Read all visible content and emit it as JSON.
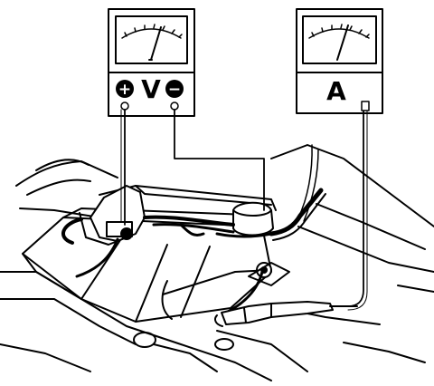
{
  "voltmeter": {
    "unit_label": "V",
    "positive_terminal": "+",
    "negative_terminal": "−",
    "needle": "right-of-center"
  },
  "ammeter": {
    "unit_label": "A",
    "needle": "right-of-center"
  },
  "colors": {
    "ink": "#000000",
    "paper": "#ffffff"
  },
  "icons": {
    "voltmeter": "analog-voltmeter-icon",
    "ammeter": "analog-ammeter-icon",
    "battery": "battery-icon",
    "probe": "test-probe-icon"
  }
}
